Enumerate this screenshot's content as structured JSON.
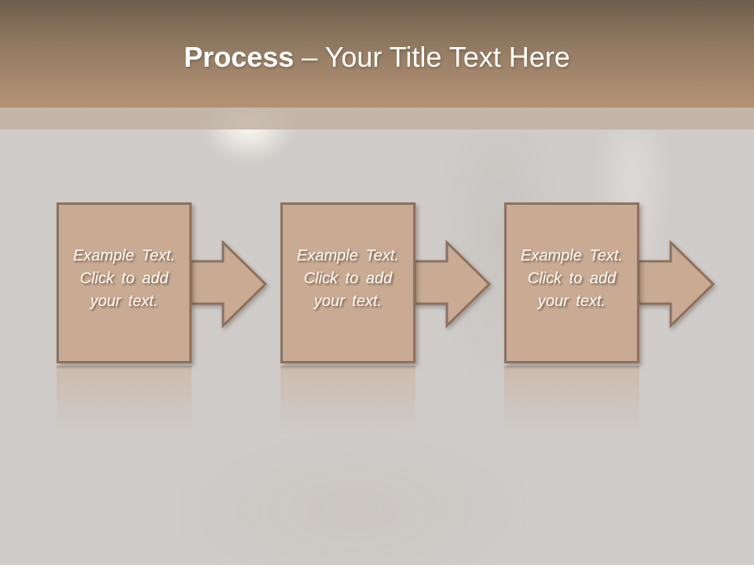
{
  "title": {
    "keyword": "Process",
    "rest": "– Your Title Text Here"
  },
  "steps": [
    {
      "text": "Example Text.\nClick to add\nyour text."
    },
    {
      "text": "Example Text.\nClick to add\nyour text."
    },
    {
      "text": "Example Text.\nClick to add\nyour text."
    }
  ],
  "colors": {
    "header_gradient_top": "#6b5d4c",
    "header_gradient_bottom": "#b29173",
    "divider_band": "#bfb0a3",
    "body_background": "#cfccc9",
    "shape_fill": "#c9aa92",
    "shape_border": "#8a7261",
    "title_text": "#ffffff",
    "step_text": "#fdfaf5"
  }
}
